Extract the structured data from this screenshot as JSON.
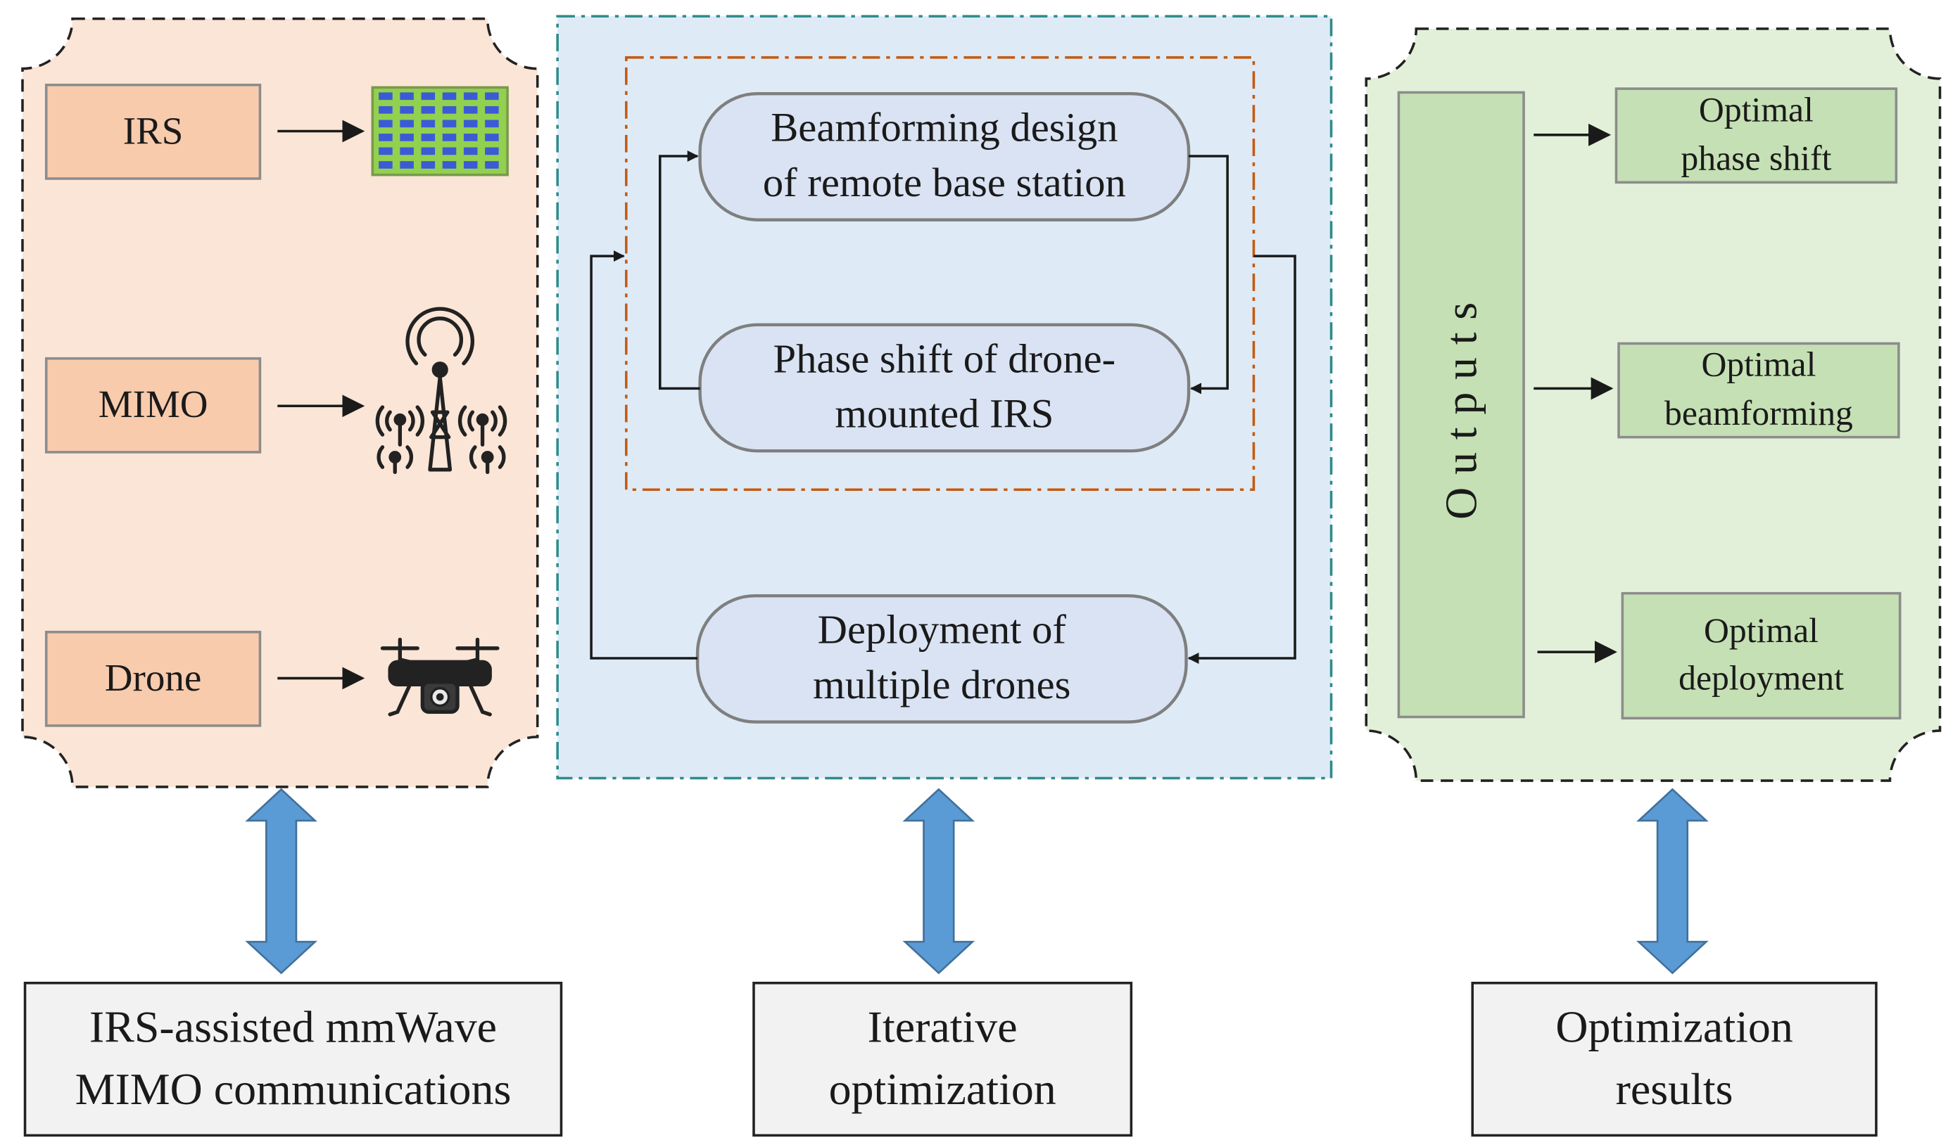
{
  "left_panel": {
    "items": [
      {
        "label": "IRS",
        "icon": "irs-panel-icon"
      },
      {
        "label": "MIMO",
        "icon": "antenna-tower-icon"
      },
      {
        "label": "Drone",
        "icon": "drone-icon"
      }
    ],
    "color_fill": "#fbe5d6",
    "color_box": "#f8cbad"
  },
  "middle_panel": {
    "nodes": [
      {
        "line1": "Beamforming design",
        "line2": "of remote base station"
      },
      {
        "line1": "Phase shift of drone-",
        "line2": "mounted IRS"
      },
      {
        "line1": "Deployment of",
        "line2": "multiple drones"
      }
    ],
    "color_fill": "#deebf7",
    "color_node": "#dae3f3",
    "color_inner_border": "#c55a11",
    "color_outer_border": "#2e8b8b"
  },
  "right_panel": {
    "vertical_label": "Outputs",
    "outputs": [
      {
        "line1": "Optimal",
        "line2": "phase shift"
      },
      {
        "line1": "Optimal",
        "line2": "beamforming"
      },
      {
        "line1": "Optimal",
        "line2": "deployment"
      }
    ],
    "color_fill": "#e2f0d9",
    "color_box": "#c5e0b4"
  },
  "bottom": {
    "boxes": [
      {
        "line1": "IRS-assisted mmWave",
        "line2": "MIMO communications"
      },
      {
        "line1": "Iterative",
        "line2": "optimization"
      },
      {
        "line1": "Optimization",
        "line2": "results"
      }
    ],
    "color_box": "#f2f2f2",
    "color_arrow": "#5b9bd5"
  }
}
